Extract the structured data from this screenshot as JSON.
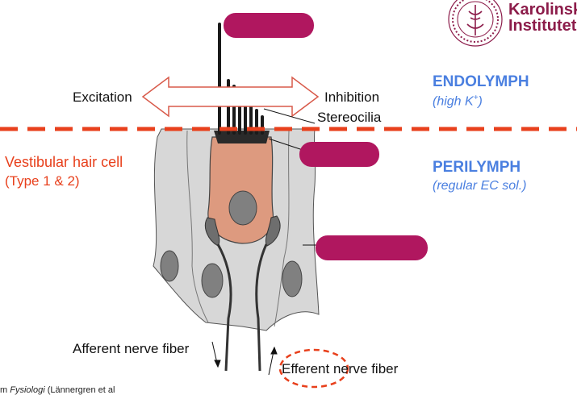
{
  "logo": {
    "name_line1": "Karolinska",
    "name_line2": "Institutet",
    "seal_text": "KAROLINSKA INSTITUTET ANNO 1810",
    "color": "#8c1c4a"
  },
  "labels": {
    "excitation": "Excitation",
    "inhibition": "Inhibition",
    "stereocilia": "Stereocilia",
    "cell_title": "Vestibular hair cell",
    "cell_subtitle": "(Type 1 & 2)",
    "afferent": "Afferent nerve fiber",
    "efferent": "Efferent nerve fiber"
  },
  "compartments": {
    "endolymph_title": "ENDOLYMPH",
    "endolymph_note_prefix": "(high K",
    "endolymph_note_sup": "+",
    "endolymph_note_suffix": ")",
    "perilymph_title": "PERILYMPH",
    "perilymph_note": "(regular EC sol.)"
  },
  "source": {
    "prefix": "m ",
    "title": "Fysiologi",
    "suffix": " (Lännergren et al"
  },
  "colors": {
    "redacted_bar": "#b0175f",
    "dash_line": "#e8401c",
    "hair_cell": "#dd9a7f",
    "support_cells": "#d7d7d7",
    "nucleus": "#808080",
    "compartment_text": "#4a7fe0",
    "cell_label": "#e8401c"
  }
}
